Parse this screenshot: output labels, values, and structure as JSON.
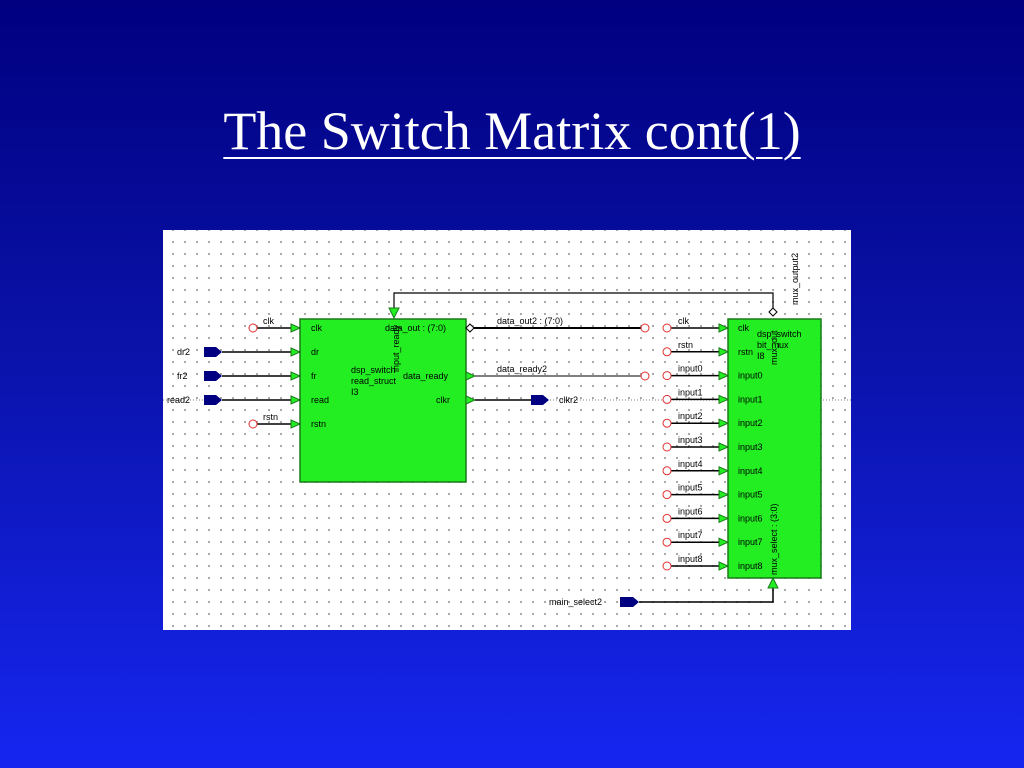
{
  "slide": {
    "title": "The Switch Matrix cont(1)"
  },
  "colors": {
    "block_fill": "#22ee22",
    "block_stroke": "#1a7a1a",
    "port_fill": "#000080",
    "wire": "#000000"
  },
  "left_block": {
    "instance": [
      "dsp_switch",
      "read_struct",
      "I3"
    ],
    "ports_in": [
      "clk",
      "dr",
      "fr",
      "read",
      "rstn"
    ],
    "ports_out": [
      "data_out : (7:0)",
      "data_ready",
      "clkr"
    ],
    "top_label": "input_ready"
  },
  "left_signals": {
    "clk": "clk",
    "dr2": "dr2",
    "fr2": "fr2",
    "read2": "read2",
    "rstn": "rstn"
  },
  "mid_signals": {
    "data_out2": "data_out2 : (7:0)",
    "data_ready2": "data_ready2",
    "clkr2": "clkr2"
  },
  "right_block": {
    "instance": [
      "dsp_switch",
      "bit_mux",
      "I8"
    ],
    "ports_in": [
      "clk",
      "rstn",
      "input0",
      "input1",
      "input2",
      "input3",
      "input4",
      "input5",
      "input6",
      "input7",
      "input8"
    ],
    "top_label": "mux_out",
    "bottom_label": "mux_select : (3:0)"
  },
  "right_signals": [
    "clk",
    "rstn",
    "input0",
    "input1",
    "input2",
    "input3",
    "input4",
    "input5",
    "input6",
    "input7",
    "input8"
  ],
  "mux_output_label": "mux_output2",
  "main_select": "main_select2"
}
